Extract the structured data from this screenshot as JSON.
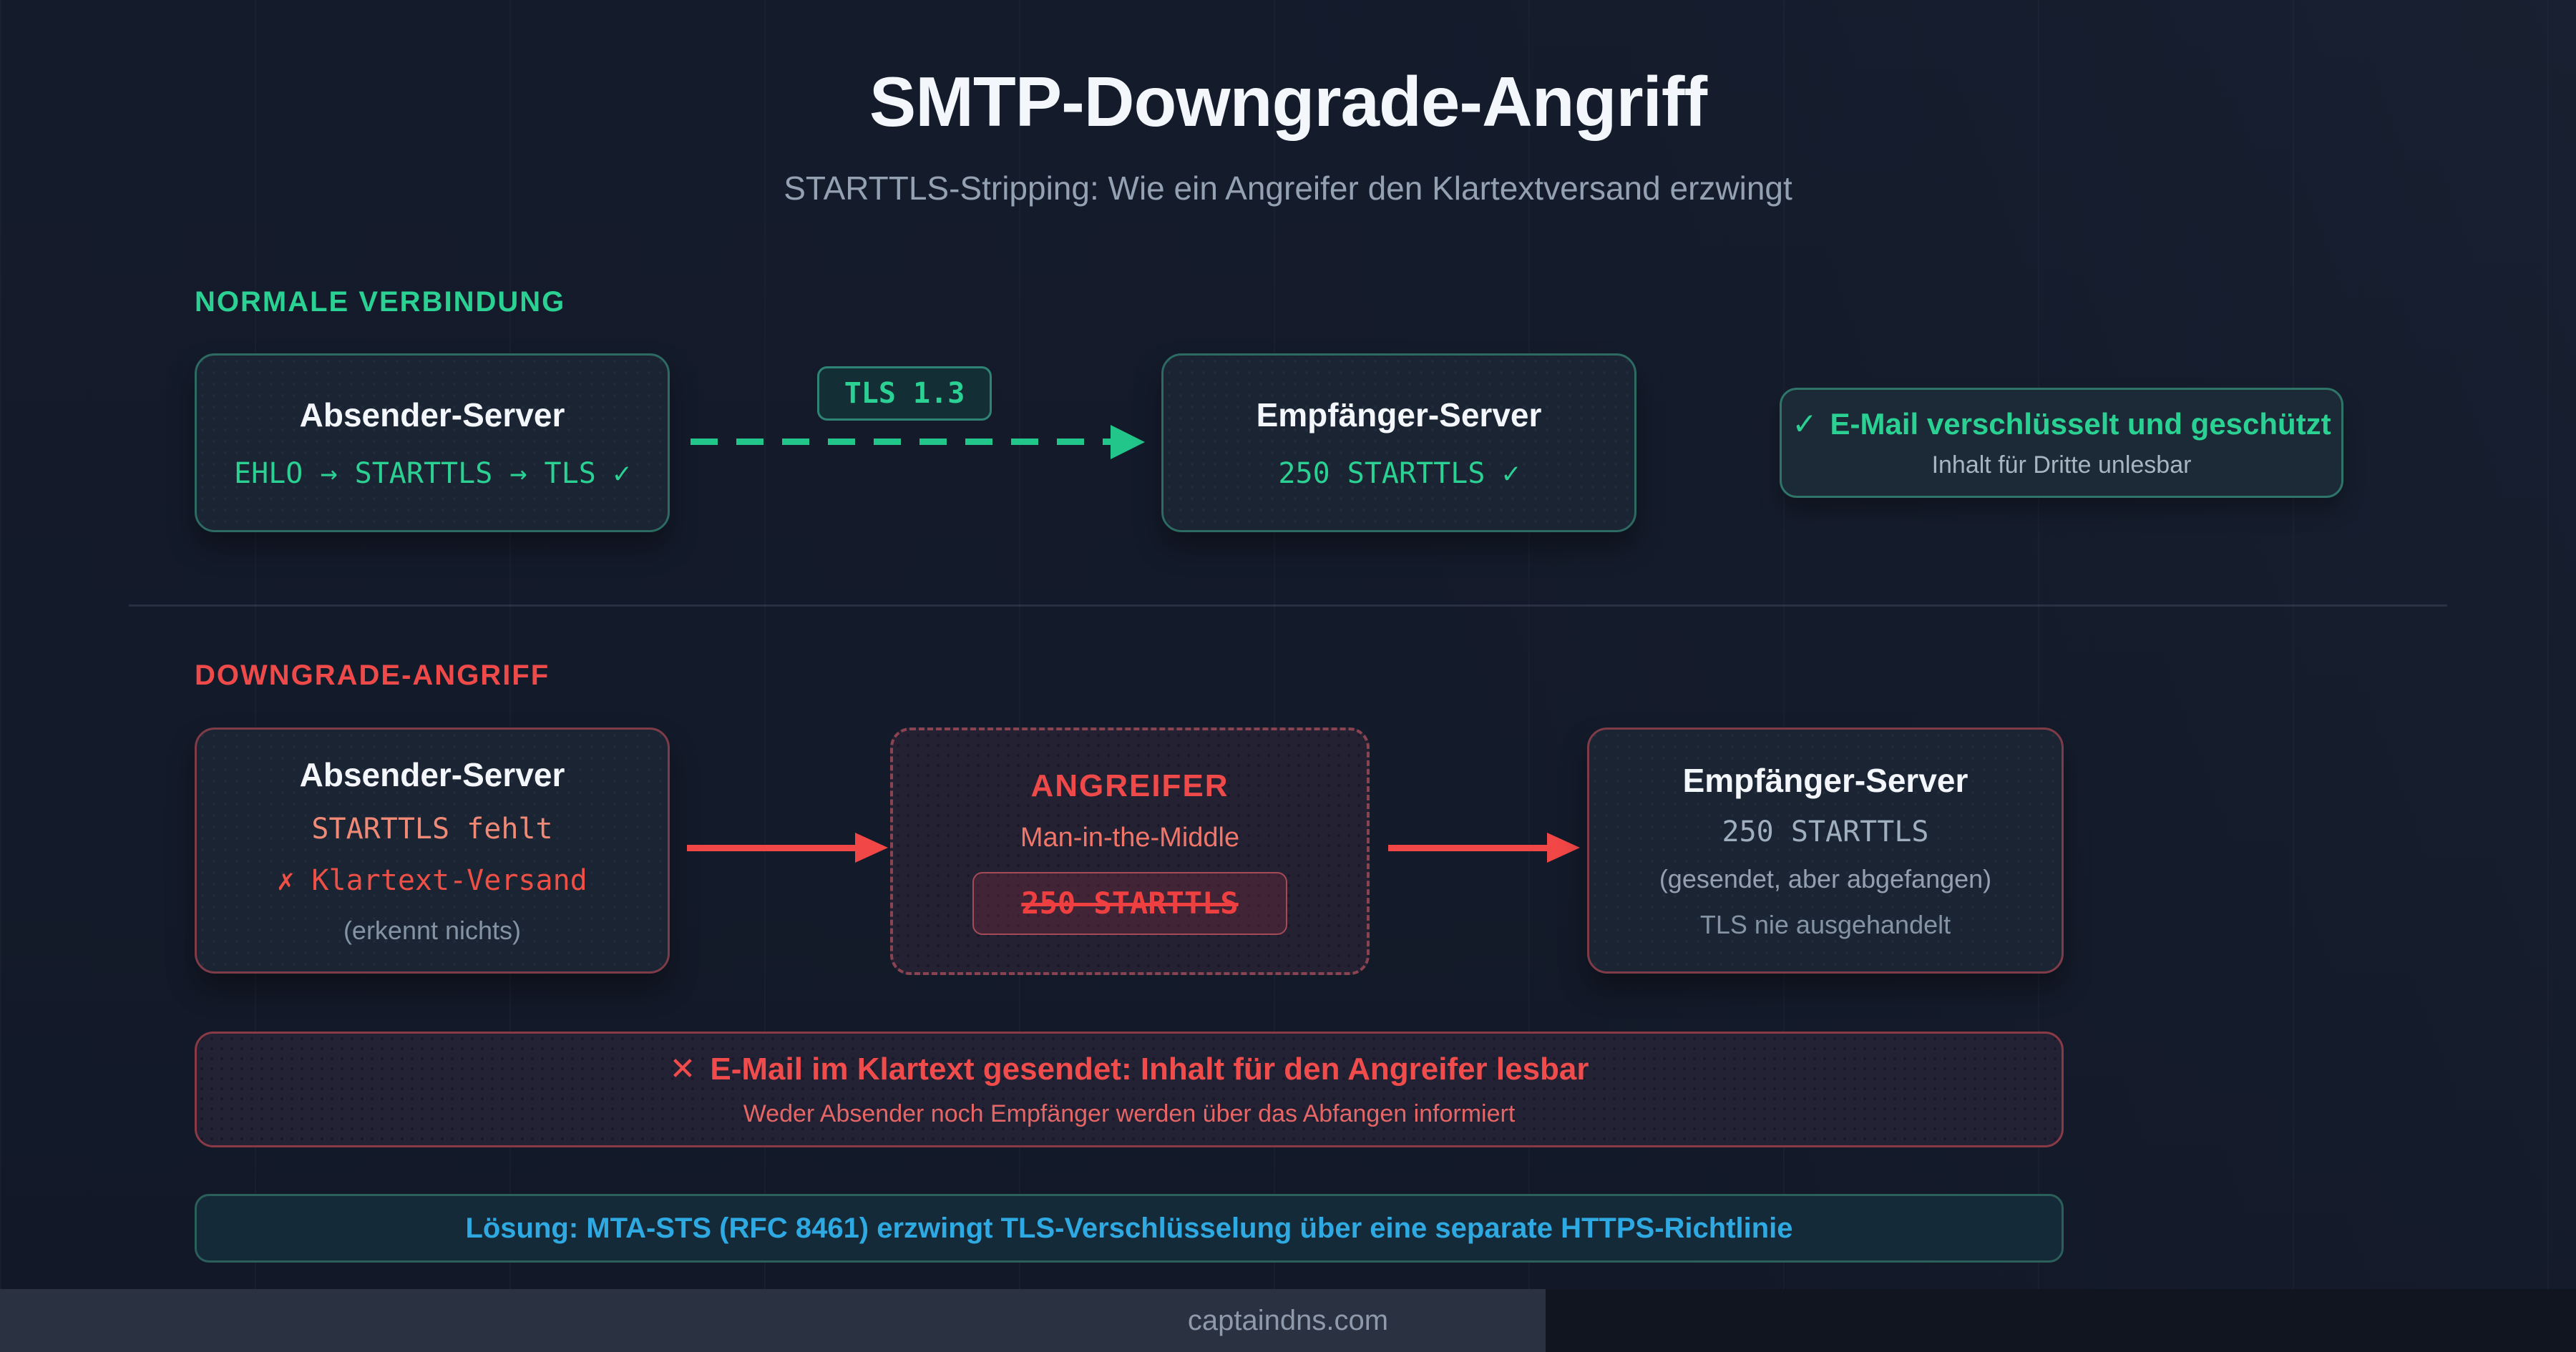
{
  "page": {
    "title": "SMTP-Downgrade-Angriff",
    "subtitle": "STARTTLS-Stripping: Wie ein Angreifer den Klartextversand erzwingt",
    "footer": "captaindns.com"
  },
  "colors": {
    "background": "#131a29",
    "accent_green": "#2bd193",
    "accent_red": "#ef4a4a",
    "accent_salmon": "#f08a76",
    "accent_blue": "#2fa9e1",
    "teal_border": "#2c6a62",
    "red_border": "#7e3c48"
  },
  "normal": {
    "label": "NORMALE VERBINDUNG",
    "sender": {
      "title": "Absender-Server",
      "status": "EHLO → STARTTLS → TLS ✓"
    },
    "badge": "TLS 1.3",
    "receiver": {
      "title": "Empfänger-Server",
      "status": "250 STARTTLS ✓"
    },
    "result": {
      "icon": "✓",
      "title": "E-Mail verschlüsselt und geschützt",
      "subtitle": "Inhalt für Dritte unlesbar"
    }
  },
  "attack": {
    "label": "DOWNGRADE-ANGRIFF",
    "sender": {
      "title": "Absender-Server",
      "line1": "STARTTLS fehlt",
      "line2": "✗ Klartext-Versand",
      "line3": "(erkennt nichts)"
    },
    "attacker": {
      "title": "ANGREIFER",
      "subtitle": "Man-in-the-Middle",
      "stripped": "250 STARTTLS"
    },
    "receiver": {
      "title": "Empfänger-Server",
      "line1": "250 STARTTLS",
      "line2": "(gesendet, aber abgefangen)",
      "line3": "TLS nie ausgehandelt"
    },
    "alert": {
      "icon": "✕",
      "title": "E-Mail im Klartext gesendet: Inhalt für den Angreifer lesbar",
      "subtitle": "Weder Absender noch Empfänger werden über das Abfangen informiert"
    },
    "solution": "Lösung: MTA-STS (RFC 8461) erzwingt TLS-Verschlüsselung über eine separate HTTPS-Richtlinie"
  }
}
